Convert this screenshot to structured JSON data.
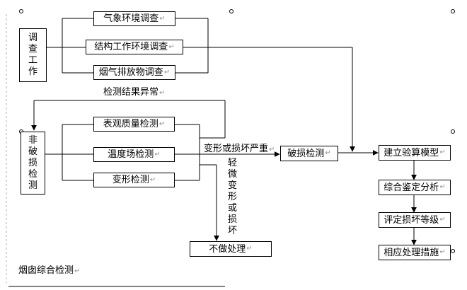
{
  "diagram": {
    "survey_group": {
      "title_chars": [
        "调",
        "查",
        "工",
        "作"
      ],
      "items": [
        "气象环境调查",
        "结构工作环境调查",
        "烟气排放物调查"
      ]
    },
    "ndt_group": {
      "title_chars": [
        "非",
        "破",
        "损",
        "检",
        "测"
      ],
      "items": [
        "表观质量检测",
        "温度场检测",
        "变形检测"
      ]
    },
    "abnormal_label": "检测结果异常",
    "severe_label": "变形或损坏严重",
    "minor_label_chars": [
      "轻",
      "微",
      "变",
      "形",
      "或",
      "损",
      "坏"
    ],
    "no_treatment": "不做处理",
    "destructive_test": "破损检测",
    "chain": [
      "建立验算模型",
      "综合鉴定分析",
      "评定损坏等级",
      "相应处理措施"
    ],
    "caption": "烟囱综合检测",
    "paragraph_mark": "↵",
    "colors": {
      "line": "#000000",
      "paragraph_mark": "#909090",
      "background": "#ffffff"
    }
  }
}
